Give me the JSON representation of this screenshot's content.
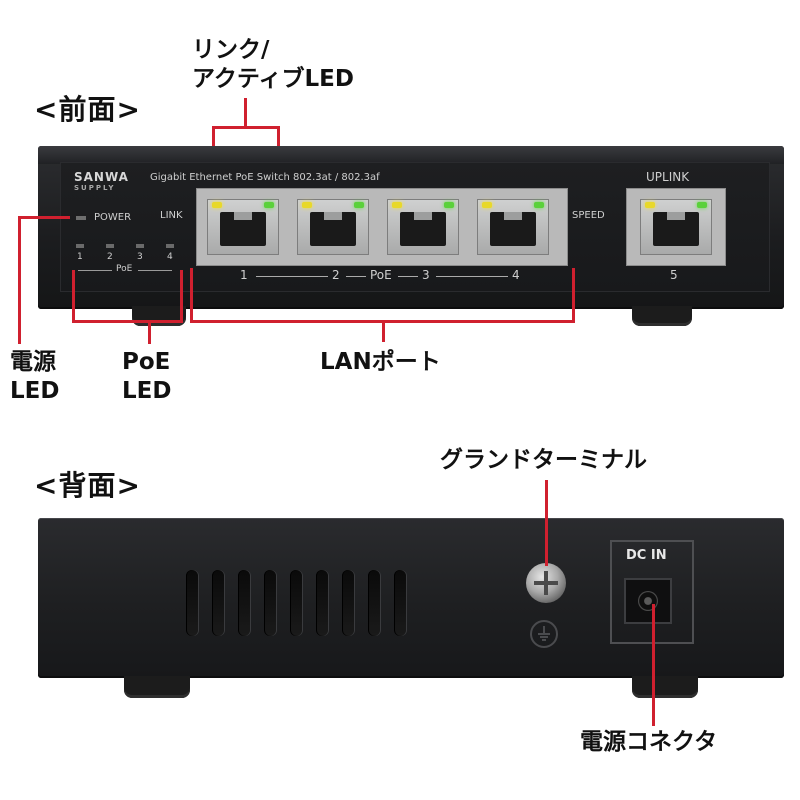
{
  "front": {
    "heading": "<前面>",
    "brand_top": "SANWA",
    "brand_bottom": "SUPPLY",
    "model_text": "Gigabit Ethernet PoE Switch 802.3at / 802.3af",
    "power_label": "POWER",
    "link_label": "LINK",
    "speed_label": "SPEED",
    "uplink_label": "UPLINK",
    "poe_led_numbers": [
      "1",
      "2",
      "3",
      "4"
    ],
    "poe_led_caption": "PoE",
    "port_numbers": [
      "1",
      "2",
      "3",
      "4"
    ],
    "poe_port_caption": "PoE",
    "uplink_port_number": "5",
    "callouts": {
      "link_active_led": [
        "リンク/",
        "アクティブLED"
      ],
      "power_led": [
        "電源",
        "LED"
      ],
      "poe_led": [
        "PoE",
        "LED"
      ],
      "lan_ports": "LANポート"
    }
  },
  "back": {
    "heading": "<背面>",
    "dc_in_label": "DC IN",
    "callouts": {
      "ground_terminal": "グランドターミナル",
      "power_connector": "電源コネクタ"
    }
  },
  "colors": {
    "callout_line": "#d0202f",
    "device_body": "#1e1f21",
    "led_yellow": "#e8d82a",
    "led_green": "#5ad13a"
  }
}
